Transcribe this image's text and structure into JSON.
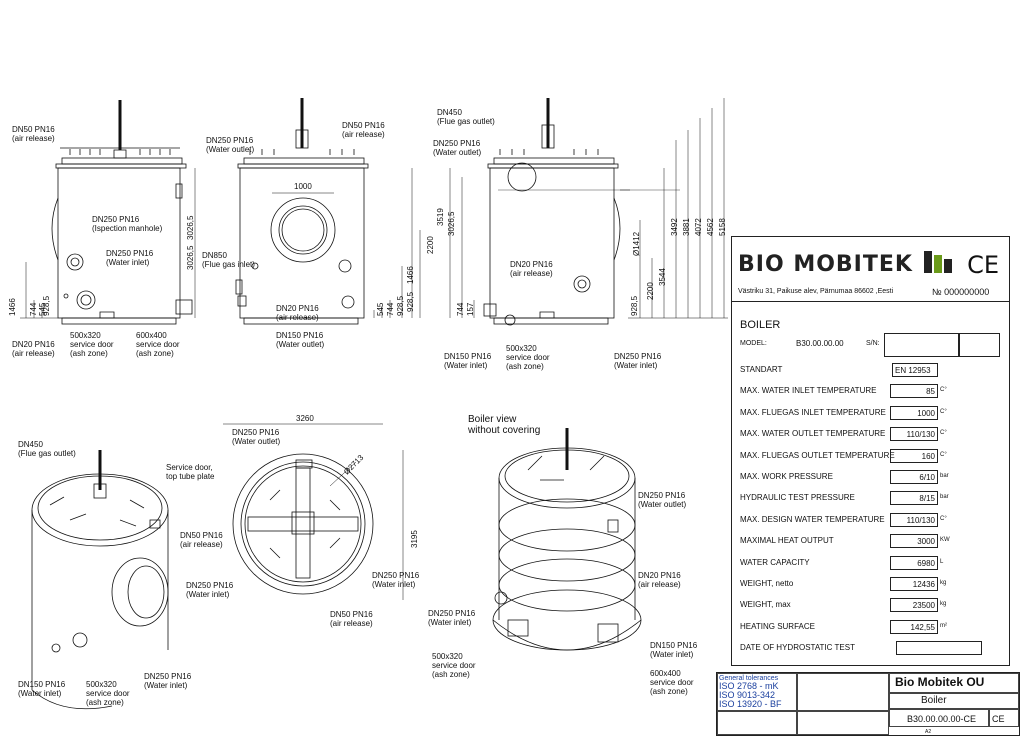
{
  "labels": {
    "v1_dn50": [
      "DN50 PN16",
      "(air release)"
    ],
    "v1_dn250_manhole": [
      "DN250 PN16",
      "(Ispection manhole)"
    ],
    "v1_dn250_inlet": [
      "DN250 PN16",
      "(Water inlet)"
    ],
    "v1_dn20": [
      "DN20 PN16",
      "(air release)"
    ],
    "v1_door1": [
      "500x320",
      "service door",
      "(ash zone)"
    ],
    "v1_door2": [
      "600x400",
      "service door",
      "(ash zone)"
    ],
    "v2_dn250_out": [
      "DN250 PN16",
      "(Water outlet)"
    ],
    "v2_dn50": [
      "DN50 PN16",
      "(air release)"
    ],
    "v2_dn850": [
      "DN850",
      "(Flue gas inlet)"
    ],
    "v2_dn20": [
      "DN20 PN16",
      "(air release)"
    ],
    "v2_dn150": [
      "DN150 PN16",
      "(Water outlet)"
    ],
    "v3_dn450": [
      "DN450",
      "(Flue gas outlet)"
    ],
    "v3_dn250_out": [
      "DN250 PN16",
      "(Water outlet)"
    ],
    "v3_dn20": [
      "DN20 PN16",
      "(air release)"
    ],
    "v3_dn150": [
      "DN150 PN16",
      "(Water inlet)"
    ],
    "v3_door": [
      "500x320",
      "service door",
      "(ash zone)"
    ],
    "v3_dn250_in": [
      "DN250 PN16",
      "(Water inlet)"
    ],
    "v4_dn450": [
      "DN450",
      "(Flue gas outlet)"
    ],
    "v4_service": [
      "Service door,",
      "top tube plate"
    ],
    "v4_dn50": [
      "DN50 PN16",
      "(air release)"
    ],
    "v4_dn150": [
      "DN150 PN16",
      "(Water inlet)"
    ],
    "v4_door": [
      "500x320",
      "service door",
      "(ash zone)"
    ],
    "v4_dn250_in": [
      "DN250 PN16",
      "(Water inlet)"
    ],
    "v5_dn250_out": [
      "DN250 PN16",
      "(Water outlet)"
    ],
    "v5_dn250_in": [
      "DN250 PN16",
      "(Water inlet)"
    ],
    "v5_dn250_in2": [
      "DN250 PN16",
      "(Water inlet)"
    ],
    "v5_dn50": [
      "DN50 PN16",
      "(air release)"
    ],
    "v6_title": [
      "Boiler view",
      "without covering"
    ],
    "v6_dn250_out": [
      "DN250 PN16",
      "(Water outlet)"
    ],
    "v6_dn20": [
      "DN20 PN16",
      "(air release)"
    ],
    "v6_dn250_in": [
      "DN250 PN16",
      "(Water inlet)"
    ],
    "v6_door1": [
      "500x320",
      "service door",
      "(ash zone)"
    ],
    "v6_dn150": [
      "DN150 PN16",
      "(Water inlet)"
    ],
    "v6_door2": [
      "600x400",
      "service door",
      "(ash zone)"
    ]
  },
  "dims": {
    "v1": [
      "3026,5",
      "1466",
      "744",
      "545",
      "DN20 PN16"
    ],
    "v2": [
      "1000",
      "2200",
      "1466",
      "744",
      "545",
      "928,5",
      "3026,5"
    ],
    "v2b": [
      "928,5"
    ],
    "v1b": [
      "928,5"
    ],
    "v3": [
      "3519",
      "3026,5",
      "3492",
      "3881",
      "4072",
      "4562",
      "5158",
      "2200",
      "3544",
      "Ø1412",
      "928,5",
      "744",
      "157"
    ],
    "v5": [
      "3260",
      "Ø2713",
      "3195"
    ]
  },
  "spec": {
    "logo": "BIO MOBITEK",
    "ce": "CE",
    "address": "Västriku 31, Paikuse alev, Pärnumaa 86602 ,Eesti",
    "serial": "№ 000000000",
    "product": "BOILER",
    "model_label": "MODEL:",
    "model_value": "B30.00.00.00",
    "sn_label": "S/N:",
    "rows": [
      {
        "label": "STANDART",
        "value": "EN 12953",
        "unit": ""
      },
      {
        "label": "MAX. WATER INLET TEMPERATURE",
        "value": "85",
        "unit": "C°"
      },
      {
        "label": "MAX. FLUEGAS INLET TEMPERATURE",
        "value": "1000",
        "unit": "C°"
      },
      {
        "label": "MAX. WATER OUTLET TEMPERATURE",
        "value": "110/130",
        "unit": "C°"
      },
      {
        "label": "MAX. FLUEGAS OUTLET TEMPERATURE",
        "value": "160",
        "unit": "C°"
      },
      {
        "label": "MAX. WORK PRESSURE",
        "value": "6/10",
        "unit": "bar"
      },
      {
        "label": "HYDRAULIC TEST PRESSURE",
        "value": "8/15",
        "unit": "bar"
      },
      {
        "label": "MAX. DESIGN WATER TEMPERATURE",
        "value": "110/130",
        "unit": "C°"
      },
      {
        "label": "MAXIMAL HEAT OUTPUT",
        "value": "3000",
        "unit": "KW"
      },
      {
        "label": "WATER CAPACITY",
        "value": "6980",
        "unit": "L"
      },
      {
        "label": "WEIGHT, netto",
        "value": "12436",
        "unit": "kg"
      },
      {
        "label": "WEIGHT, max",
        "value": "23500",
        "unit": "kg"
      },
      {
        "label": "HEATING SURFACE",
        "value": "142,55",
        "unit": "m²"
      },
      {
        "label": "DATE OF HYDROSTATIC TEST",
        "value": "",
        "unit": ""
      }
    ]
  },
  "title_block": {
    "tolerances": [
      "General tolerances",
      "ISO 2768 - mK",
      "ISO 9013-342",
      "ISO 13920 - BF"
    ],
    "company": "Bio Mobitek OU",
    "title": "Boiler",
    "drawing_no": "B30.00.00.00-CE",
    "ce": "CE",
    "sheet": "A2"
  }
}
